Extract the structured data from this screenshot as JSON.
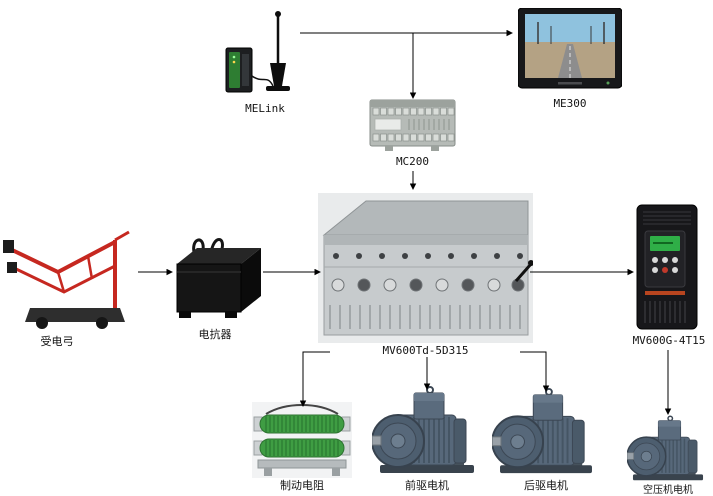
{
  "diagram": {
    "nodes": {
      "melink": {
        "label": "MELink"
      },
      "me300": {
        "label": "ME300"
      },
      "mc200": {
        "label": "MC200"
      },
      "pantograph": {
        "label": "受电弓"
      },
      "reactor": {
        "label": "电抗器"
      },
      "main_inverter": {
        "label": "MV600Td-5D315"
      },
      "aux_inverter": {
        "label": "MV600G-4T15"
      },
      "brake_resistor": {
        "label": "制动电阻"
      },
      "front_motor": {
        "label": "前驱电机"
      },
      "rear_motor": {
        "label": "后驱电机"
      },
      "compressor_motor": {
        "label": "空压机电机"
      }
    }
  }
}
